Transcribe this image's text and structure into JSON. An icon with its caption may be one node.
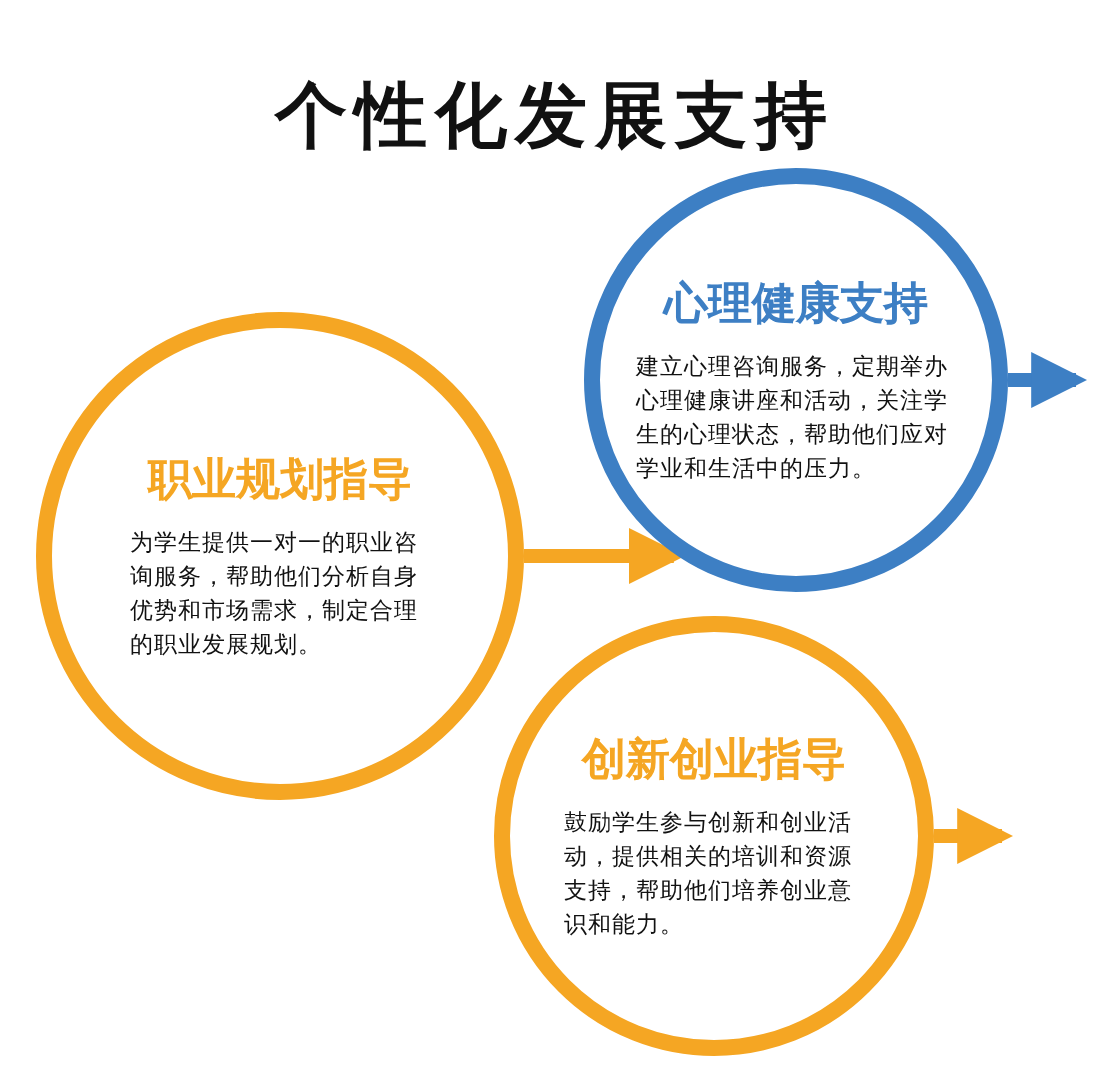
{
  "diagram": {
    "title": "个性化发展支持",
    "nodes": [
      {
        "text": [
          "职业规划指导",
          "为学生提供一对一的职业咨询服务，帮助他们分析自身优势和市场需求，制定合理的职业发展规划。"
        ]
      },
      {
        "text": [
          "心理健康支持",
          "建立心理咨询服务，定期举办心理健康讲座和活动，关注学生的心理状态，帮助他们应对学业和生活中的压力。"
        ]
      },
      {
        "text": [
          "创新创业指导",
          "鼓励学生参与创新和创业活动，提供相关的培训和资源支持，帮助他们培养创业意识和能力。"
        ]
      }
    ],
    "edges": [
      {
        "from": 0,
        "to": 1,
        "arrow": "to",
        "color": "#f5a623"
      },
      {
        "from": 1,
        "to": null,
        "arrow": "to",
        "color": "#3d7fc4"
      },
      {
        "from": 2,
        "to": null,
        "arrow": "to",
        "color": "#f5a623"
      }
    ]
  }
}
